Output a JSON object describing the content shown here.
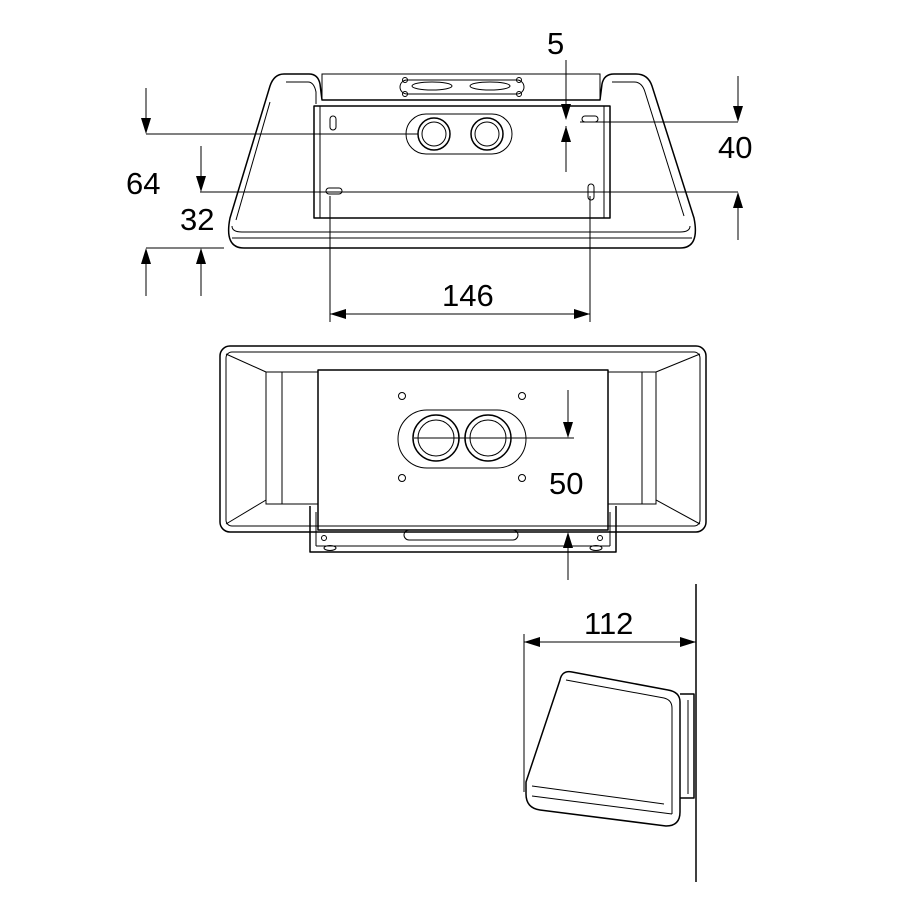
{
  "dimensions": {
    "d5": "5",
    "d40": "40",
    "d64": "64",
    "d32": "32",
    "d146": "146",
    "d50": "50",
    "d112": "112"
  }
}
